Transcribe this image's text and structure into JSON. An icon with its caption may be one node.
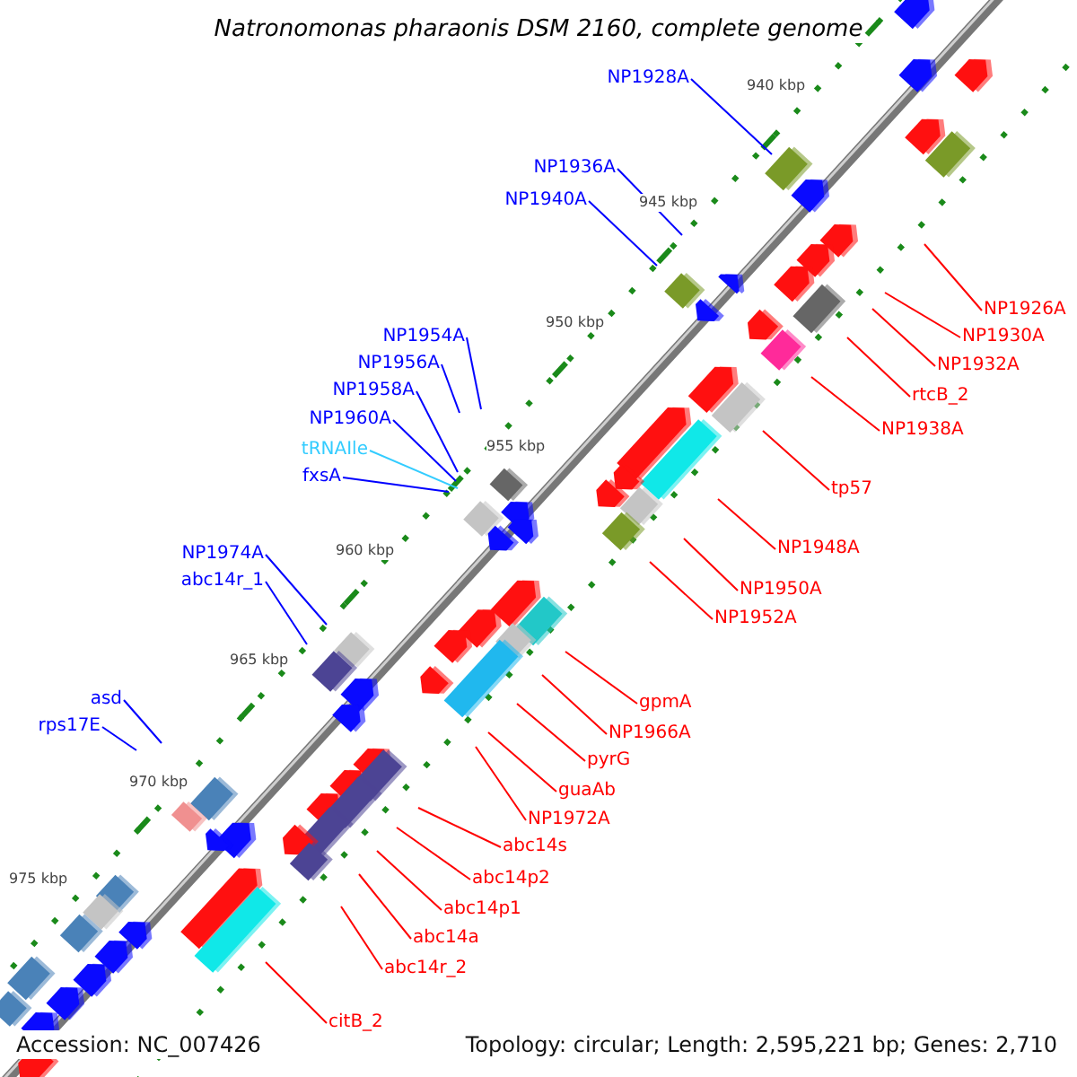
{
  "diagram": {
    "title": "Natronomonas pharaonis DSM 2160, complete genome",
    "nodes": [
      {
        "text": [
          "NP1928A"
        ]
      },
      {
        "text": [
          "NP1936A"
        ]
      },
      {
        "text": [
          "NP1940A"
        ]
      },
      {
        "text": [
          "NP1926A"
        ]
      },
      {
        "text": [
          "NP1930A"
        ]
      },
      {
        "text": [
          "NP1932A"
        ]
      },
      {
        "text": [
          "rtcB_2"
        ]
      },
      {
        "text": [
          "NP1954A"
        ]
      },
      {
        "text": [
          "NP1956A"
        ]
      },
      {
        "text": [
          "NP1958A"
        ]
      },
      {
        "text": [
          "NP1960A"
        ]
      },
      {
        "text": [
          "NP1938A"
        ]
      },
      {
        "text": [
          "tRNAIle"
        ]
      },
      {
        "text": [
          "fxsA"
        ]
      },
      {
        "text": [
          "tp57"
        ]
      },
      {
        "text": [
          "NP1948A"
        ]
      },
      {
        "text": [
          "NP1974A"
        ]
      },
      {
        "text": [
          "NP1950A"
        ]
      },
      {
        "text": [
          "abc14r_1"
        ]
      },
      {
        "text": [
          "NP1952A"
        ]
      },
      {
        "text": [
          "gpmA"
        ]
      },
      {
        "text": [
          "asd"
        ]
      },
      {
        "text": [
          "NP1966A"
        ]
      },
      {
        "text": [
          "rps17E"
        ]
      },
      {
        "text": [
          "pyrG"
        ]
      },
      {
        "text": [
          "guaAb"
        ]
      },
      {
        "text": [
          "NP1972A"
        ]
      },
      {
        "text": [
          "abc14s"
        ]
      },
      {
        "text": [
          "abc14p2"
        ]
      },
      {
        "text": [
          "abc14p1"
        ]
      },
      {
        "text": [
          "abc14a"
        ]
      },
      {
        "text": [
          "abc14r_2"
        ]
      },
      {
        "text": [
          "citB_2"
        ]
      }
    ],
    "edges": [
      {
        "from": 0,
        "to": null,
        "arrow": "none",
        "color": "#0000ff"
      },
      {
        "from": 1,
        "to": null,
        "arrow": "none",
        "color": "#0000ff"
      },
      {
        "from": 2,
        "to": null,
        "arrow": "none",
        "color": "#0000ff"
      },
      {
        "from": 3,
        "to": null,
        "arrow": "none"
      },
      {
        "from": 4,
        "to": null,
        "arrow": "none"
      },
      {
        "from": 5,
        "to": null,
        "arrow": "none"
      },
      {
        "from": 6,
        "to": null,
        "arrow": "none"
      },
      {
        "from": 7,
        "to": null,
        "arrow": "none",
        "color": "#0000ff"
      },
      {
        "from": 8,
        "to": null,
        "arrow": "none",
        "color": "#0000ff"
      },
      {
        "from": 9,
        "to": null,
        "arrow": "none",
        "color": "#0000ff"
      },
      {
        "from": 10,
        "to": null,
        "arrow": "none",
        "color": "#0000ff"
      },
      {
        "from": 11,
        "to": null,
        "arrow": "none"
      },
      {
        "from": 12,
        "to": null,
        "arrow": "none",
        "color": "#33ccff"
      },
      {
        "from": 13,
        "to": null,
        "arrow": "none",
        "color": "#0000ff"
      },
      {
        "from": 14,
        "to": null,
        "arrow": "none"
      },
      {
        "from": 15,
        "to": null,
        "arrow": "none"
      },
      {
        "from": 16,
        "to": null,
        "arrow": "none",
        "color": "#0000ff"
      },
      {
        "from": 17,
        "to": null,
        "arrow": "none"
      },
      {
        "from": 18,
        "to": null,
        "arrow": "none",
        "color": "#0000ff"
      },
      {
        "from": 19,
        "to": null,
        "arrow": "none"
      },
      {
        "from": 20,
        "to": null,
        "arrow": "none"
      },
      {
        "from": 21,
        "to": null,
        "arrow": "none",
        "color": "#0000ff"
      },
      {
        "from": 22,
        "to": null,
        "arrow": "none"
      },
      {
        "from": 23,
        "to": null,
        "arrow": "none",
        "color": "#0000ff"
      },
      {
        "from": 24,
        "to": null,
        "arrow": "none"
      },
      {
        "from": 25,
        "to": null,
        "arrow": "none"
      },
      {
        "from": 26,
        "to": null,
        "arrow": "none"
      },
      {
        "from": 27,
        "to": null,
        "arrow": "none"
      },
      {
        "from": 28,
        "to": null,
        "arrow": "none"
      },
      {
        "from": 29,
        "to": null,
        "arrow": "none"
      },
      {
        "from": 30,
        "to": null,
        "arrow": "none"
      },
      {
        "from": 31,
        "to": null,
        "arrow": "none"
      },
      {
        "from": 32,
        "to": null,
        "arrow": "none"
      }
    ],
    "labels": [
      "940 kbp",
      "945 kbp",
      "950 kbp",
      "955 kbp",
      "960 kbp",
      "965 kbp",
      "970 kbp",
      "975 kbp",
      "Accession: NC_007426",
      "Topology: circular; Length: 2,595,221 bp; Genes: 2,710"
    ]
  }
}
